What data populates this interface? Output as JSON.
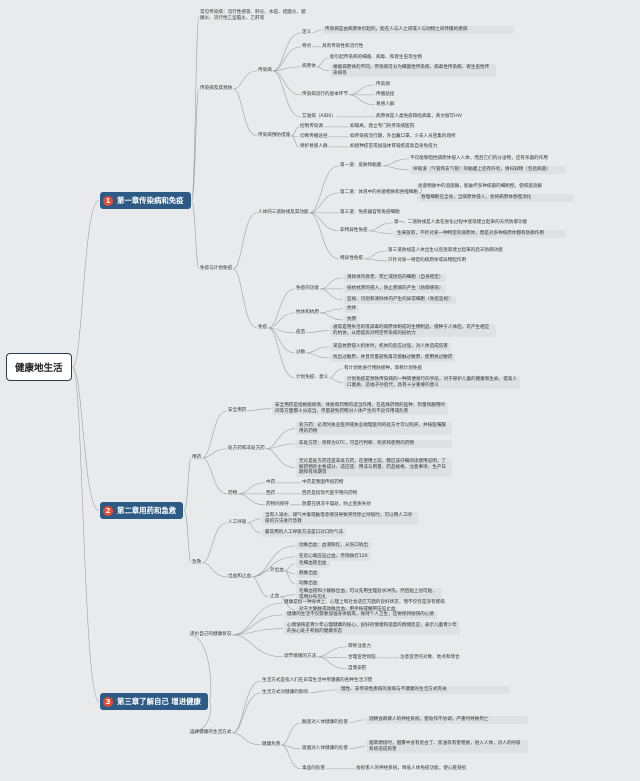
{
  "root": {
    "label": "健康地生活"
  },
  "chapters": [
    {
      "num": "1",
      "label": "第一章传染病和免疫"
    },
    {
      "num": "2",
      "label": "第二章用药和急救"
    },
    {
      "num": "3",
      "label": "第三章了解自己 增进健康"
    }
  ],
  "ch1": {
    "intro": "常见传染病：流行性感冒、肝炎、水痘、结膜炎、腮腺炎、流行性乙型脑炎、乙肝等",
    "prevention_title": "传染病及其预防",
    "infectious": "传染病",
    "definition": "定义",
    "definition_text": "传染病是由病原体引起的，能在人与人之间或人与动物之间传播的疾病",
    "features": "特点",
    "features_text": "具有传染性和流行性",
    "pathogen": "病原体",
    "pathogen_1": "能引起传染病的细菌、病毒、和寄生虫等生物",
    "pathogen_2": "根据病原体的不同，传染病可分为细菌性传染病、病毒性传染病、寄生虫性传染病等",
    "links": "传染病流行的基本环节",
    "link_1": "传染源",
    "link_2": "传播途径",
    "link_3": "易感人群",
    "aids": "艾滋病（AIDS）",
    "aids_text": "病原体是人类免疫缺陷病毒，英文缩写HIV",
    "measures": "传染病预防措施",
    "measure_1": "控制传染源",
    "measure_1_text": "如隔离，建立专门的传染病医院",
    "measure_2": "切断传播途径",
    "measure_2_text": "如传染病流行期，外出戴口罩，少去人员密集的场所",
    "measure_3": "保护易感人群",
    "measure_3_text": "如接种疫苗或加强体育锻炼提高自身免疫力",
    "immunity": "免疫与计划免疫",
    "defense": "人体的三道防线及其功能",
    "line_1": "第一道：皮肤和黏膜",
    "line_1_a": "不仅能够阻挡病原体侵入人体，而且它们的分泌物，还有杀菌的作用",
    "line_1_b": "呼吸道（气管和支气管）的黏膜上还有纤毛，清扫异物（包括病菌）",
    "line_2": "第二道：体液中的杀菌物质和吞噬细胞",
    "line_2_a": "杀菌物质中的溶菌酶，能破坏多种病菌的细胞壁，使病菌溶解",
    "line_2_b": "吞噬细胞在全身，当病原体侵入，会将病原体吞噬消化",
    "line_3": "第三道：免疫器官和免疫细胞",
    "nonspecific": "非特异性免疫",
    "nonspecific_1": "第一、二道防线是人类在进化过程中逐渐建立起来的天然防御功能",
    "nonspecific_2": "生来就有，不针对某一种特定的病原体，而是对多种病原体都有防御作用",
    "specific": "特异性免疫",
    "specific_1": "第三道防线是人体出生以后逐渐建立起来的后天防御功能",
    "specific_2": "只针对某一特定的病原体或异物起作用",
    "immunity_node": "免疫",
    "immune_function": "免疫的功能",
    "function_1": "清除体内衰老、死亡或损伤的细胞（自身稳定）",
    "function_2": "抵抗抗原的侵入，防止疾病的产生（防御感染）",
    "function_3": "监视、识别和清除体内产生的异常细胞（免疫监视）",
    "antibody_antigen": "抗体和抗原",
    "antibody": "抗体",
    "antigen": "抗原",
    "vaccine": "疫苗",
    "vaccine_text": "通常是用失活的或减毒的病原体制成的生物制品，接种于人体后，可产生相应的抗体，从而提高对特定传染病的抵抗力",
    "allergy": "过敏",
    "allergy_1": "某些抗原侵入机体时，机体的反应过强，对人体造成伤害",
    "allergy_2": "找出过敏原，并且尽量避免再次接触过敏原，使用抗过敏药",
    "plan": "计划免疫、意义",
    "plan_1": "有计划地进行预防接种，简称计划免疫",
    "plan_2": "计划免疫是预防传染病的一种简便易行的手段，对于保护儿童的健康和生命，提高人口素质，造福子孙后代，具有十分重要的意义"
  },
  "ch2": {
    "medicine": "用药",
    "safe": "安全用药",
    "safe_text": "安全用药是指根据病情、体质和药物的适当作用，在选择药物的品种、剂量和服用时间等方面都十分适当，尽量避免药物对人体产生的不良作用或危害",
    "prescription": "处方药和非处方药",
    "prescription_a": "处方药：必须凭执业医师或执业助理医师的处方才可以购买，并按医嘱服用的药物",
    "prescription_b": "非处方药：简称为OTC，可自行判断、购买和使用的药物",
    "prescription_c": "无论是处方药还是非处方药，在使用之前，都应该仔细阅读使用说明，了解药物的主要成分、适应症、用法与用量、药品规格、注意事项、生产日期和有效期等",
    "drugs": "药物",
    "cn": "中药",
    "cn_text": "中药是我国传统药物",
    "west": "西药",
    "west_text": "西药是指现代医学用的药物",
    "rx": "药物的保存",
    "rx_text": "放置在阴凉干燥处，防止变质失效",
    "firstaid": "急救",
    "cpr": "人工呼吸",
    "cpr_a": "当有人溺水、煤气中毒或触电等情况导致突然停止呼吸时，可以用人工呼吸的方法进行急救",
    "cpr_b": "最常用的人工呼吸方法是口对口吹气法",
    "bleeding": "出血和止血",
    "bleed_artery": "动脉出血：血液鲜红，从伤口喷出",
    "bleed_artery_text": "在近心端压迫止血，尽快拨打120",
    "bleed_vein": "外出血",
    "vein_1": "毛细血管出血",
    "vein_2": "静脉出血",
    "vein_3": "动脉出血",
    "stop": "止血",
    "stop_1": "毛细血管和小静脉出血，可以先用生理盐水冲洗，然后贴上创可贴，或用纱布包扎",
    "stop_2": "对于大静脉或动脉出血，用手按或绷带压迫止血"
  },
  "ch3": {
    "evaluate": "评价自己的健康状况",
    "health_def": "健康是指一种身体上、心理上和社会适应方面的良好状态，而不仅仅是没有疾病",
    "health_1": "健康的生活不仅需要加强身体锻炼，保持个人卫生，还要保持愉快的心情",
    "health_2": "心情愉快是青少年心理健康的核心，良好的情绪和适度的情绪反应，表示儿童青少年的身心处于积极的健康状态",
    "adjust": "调节情绪的方法",
    "adjust_1": "转移注意力",
    "adjust_2": "合理宣泄烦恼",
    "adjust_2_text": "注意宣泄的对象、地点和场合",
    "adjust_3": "自我安慰",
    "lifestyle": "选择健康的生活方式",
    "life_1": "生活方式是指人们在日常生活中所遵循的各种生活习惯",
    "life_2": "生活方式对健康的影响",
    "life_2_text": "慢性、非传染性疾病的发病与不健康的生活方式有关",
    "harm": "健康危害",
    "harm_1": "酗酒对人体健康的危害",
    "harm_1_text": "酒精会麻痹人的神经系统，使动作不协调，严重时导致死亡",
    "harm_2": "吸烟对人体健康的危害",
    "harm_2_text": "烟草燃烧时，烟雾中含有尼古丁、焦油等有害物质，进入人体，对人的呼吸系统造成损害",
    "harm_3": "毒品的危害",
    "harm_3_text": "会损害人的神经系统，降低人体免疫功能，使心脏受损"
  }
}
